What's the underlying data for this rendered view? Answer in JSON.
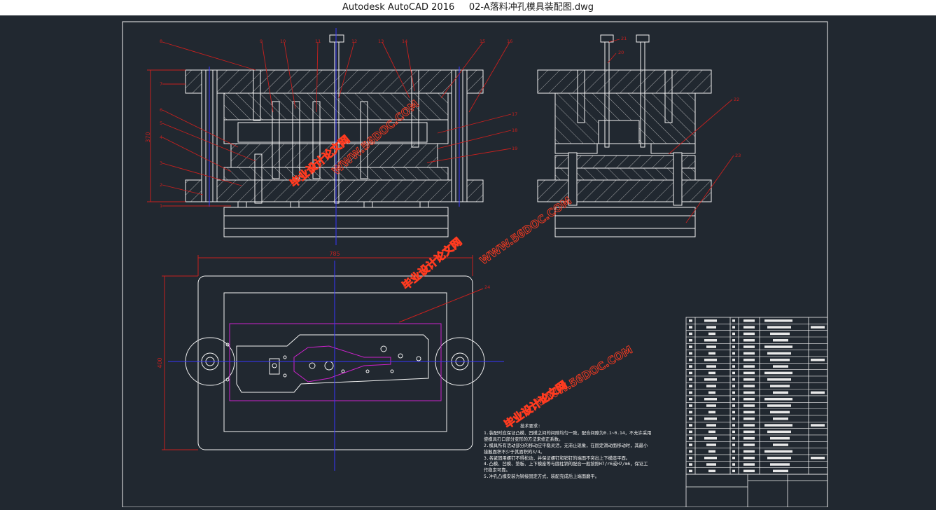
{
  "window": {
    "title": "Autodesk AutoCAD 2016     02-A落料冲孔模具装配图.dwg"
  },
  "drawing": {
    "dimensions": {
      "height_main": "370",
      "width_plan": "785",
      "height_plan": "400"
    },
    "balloons_main": [
      "8",
      "9",
      "10",
      "11",
      "12",
      "13",
      "14",
      "15",
      "16",
      "7",
      "6",
      "5",
      "4",
      "3",
      "2",
      "1",
      "17",
      "18",
      "19"
    ],
    "balloons_side": [
      "21",
      "20",
      "22",
      "23"
    ],
    "balloon_plan": "24",
    "watermarks": {
      "site": "WWW.56DOC.COM",
      "brand": "毕业设计论文网"
    }
  },
  "technical_requirements": {
    "title": "技术要求:",
    "lines": [
      "1.装配时应保证凸模、凹模之间的间隙均匀一致，配合间隙为0.1~0.14，不允许采用",
      "使模具刃口部分变形的方法来修正系数。",
      "2.模具所有活动部分的移动应平稳灵活，无滞止现象，在固定滑动面移动时，其最小",
      "接触面积不少于其面积的3/4。",
      "3.各紧固用螺钉不得松动，并保证螺钉和销钉的端面不突出上下模座平面。",
      "4.凸模、凹模、垫板、上下模座等与圆柱销的配合一般按照H7/r6或H7/m6，保证工",
      "作稳定可靠。",
      "5.冲孔凸模安装为铆接固定方式，装配完成后上端面磨平。"
    ]
  },
  "colors": {
    "background": "#212830",
    "lines": "#f2f2f2",
    "leaders": "#c8201e",
    "centerlines": "#3636ff",
    "blank_outline": "#cc22cc"
  }
}
